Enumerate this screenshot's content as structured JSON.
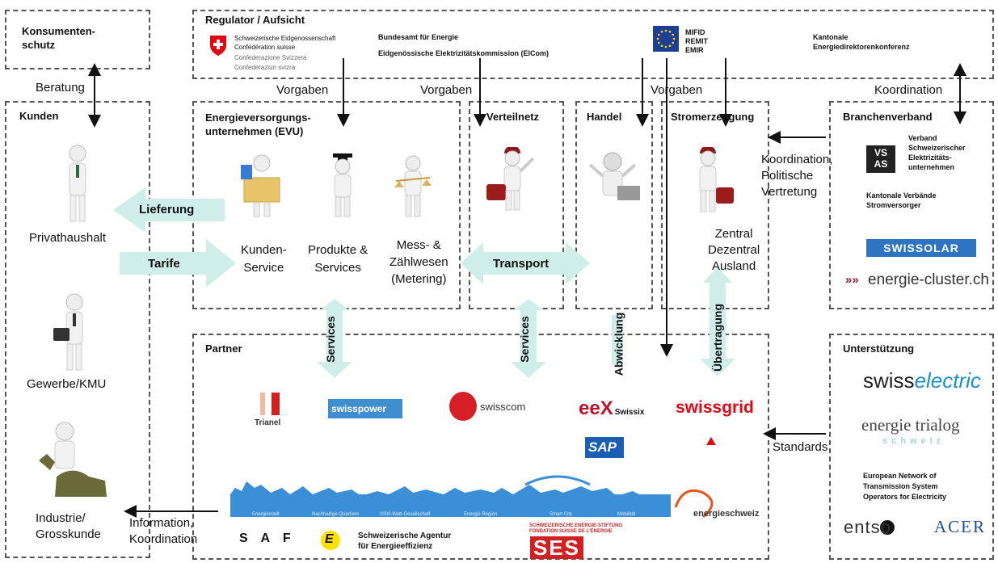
{
  "boxes": {
    "konsumentenschutz": "Konsumenten-\nschutz",
    "regulator": "Regulator / Aufsicht",
    "kunden": "Kunden",
    "evu": "Energieversorgungs-\nunternehmen (EVU)",
    "verteilnetz": "Verteilnetz",
    "handel": "Handel",
    "stromerzeugung": "Stromerzeugung",
    "branchenverband": "Branchenverband",
    "partner": "Partner",
    "unterstuetzung": "Unterstützung"
  },
  "regulator": {
    "swiss_lines": [
      "Schweizerische Eidgenossenschaft",
      "Confédération suisse",
      "Confederazione Svizzera",
      "Confederaziun svizra"
    ],
    "bfe": "Bundesamt für Energie",
    "elcom": "Eidgenössische Elektrizitätskommission (ElCom)",
    "eu_lines": [
      "MIFID",
      "REMIT",
      "EMIR"
    ],
    "kantonal": "Kantonale\nEnergiedirektorenkonferenz"
  },
  "labels": {
    "beratung": "Beratung",
    "vorgaben1": "Vorgaben",
    "vorgaben2": "Vorgaben",
    "vorgaben3": "Vorgaben",
    "koordination_top": "Koordination",
    "lieferung": "Lieferung",
    "tarife": "Tarife",
    "transport": "Transport",
    "kundenservice": "Kunden-\nService",
    "produkte": "Produkte &\nServices",
    "metering": "Mess- &\nZählwesen\n(Metering)",
    "zentral": "Zentral\nDezentral\nAusland",
    "koord_pol": "Koordination,\nPolitische\nVertretung",
    "services1": "Services",
    "services2": "Services",
    "abwicklung": "Abwicklung",
    "uebertragung": "Übertragung",
    "standards": "Standards",
    "info_koord": "Information,\nKoordination",
    "privathaushalt": "Privathaushalt",
    "gewerbe": "Gewerbe/KMU",
    "industrie": "Industrie/\nGrosskunde"
  },
  "branchenverband": {
    "vse_logo": "VS\nAS",
    "vse_text": "Verband\nSchweizerischer\nElektrizitäts-\nunternehmen",
    "kantonale": "Kantonale Verbände\nStromversorger",
    "swissolar": "SWISSOLAR",
    "energiecluster": "energie-cluster.ch"
  },
  "unterstuetzung": {
    "swisselectric_a": "swiss",
    "swisselectric_b": "electric",
    "trialog": "energie trialog",
    "trialog_sub": "schweiz",
    "entsoe_text": "European Network of\nTransmission System\nOperators for Electricity",
    "entso": "entso",
    "acer": "ACER"
  },
  "partner": {
    "trianel": "Trianel",
    "swisspower": "swisspower",
    "swisscom": "swisscom",
    "eex": "eeX",
    "swissix": "Swissix",
    "swissgrid": "swissgrid",
    "sap": "SAP",
    "saf": "S  A  F",
    "saf_e": "E",
    "saf_text": "Schweizerische Agentur\nfür Energieeffizienz",
    "ses_small": "SCHWEIZERISCHE ENERGIE-STIFTUNG\nFONDATION SUISSE DE L'ÉNERGIE",
    "ses": "SES",
    "energieschweiz": "energieschweiz",
    "banner_labels": [
      "Energiestadt",
      "Nachhaltige Quartiere",
      "2000-Watt-Gesellschaft",
      "Energie Region",
      "Smart City",
      "Mobilität"
    ]
  },
  "colors": {
    "arrow_fill": "#cfeee9",
    "border": "#555555",
    "swiss_red": "#e30613",
    "swisselectric_blue": "#1a8fd0",
    "banner": "#3a8fd6"
  }
}
